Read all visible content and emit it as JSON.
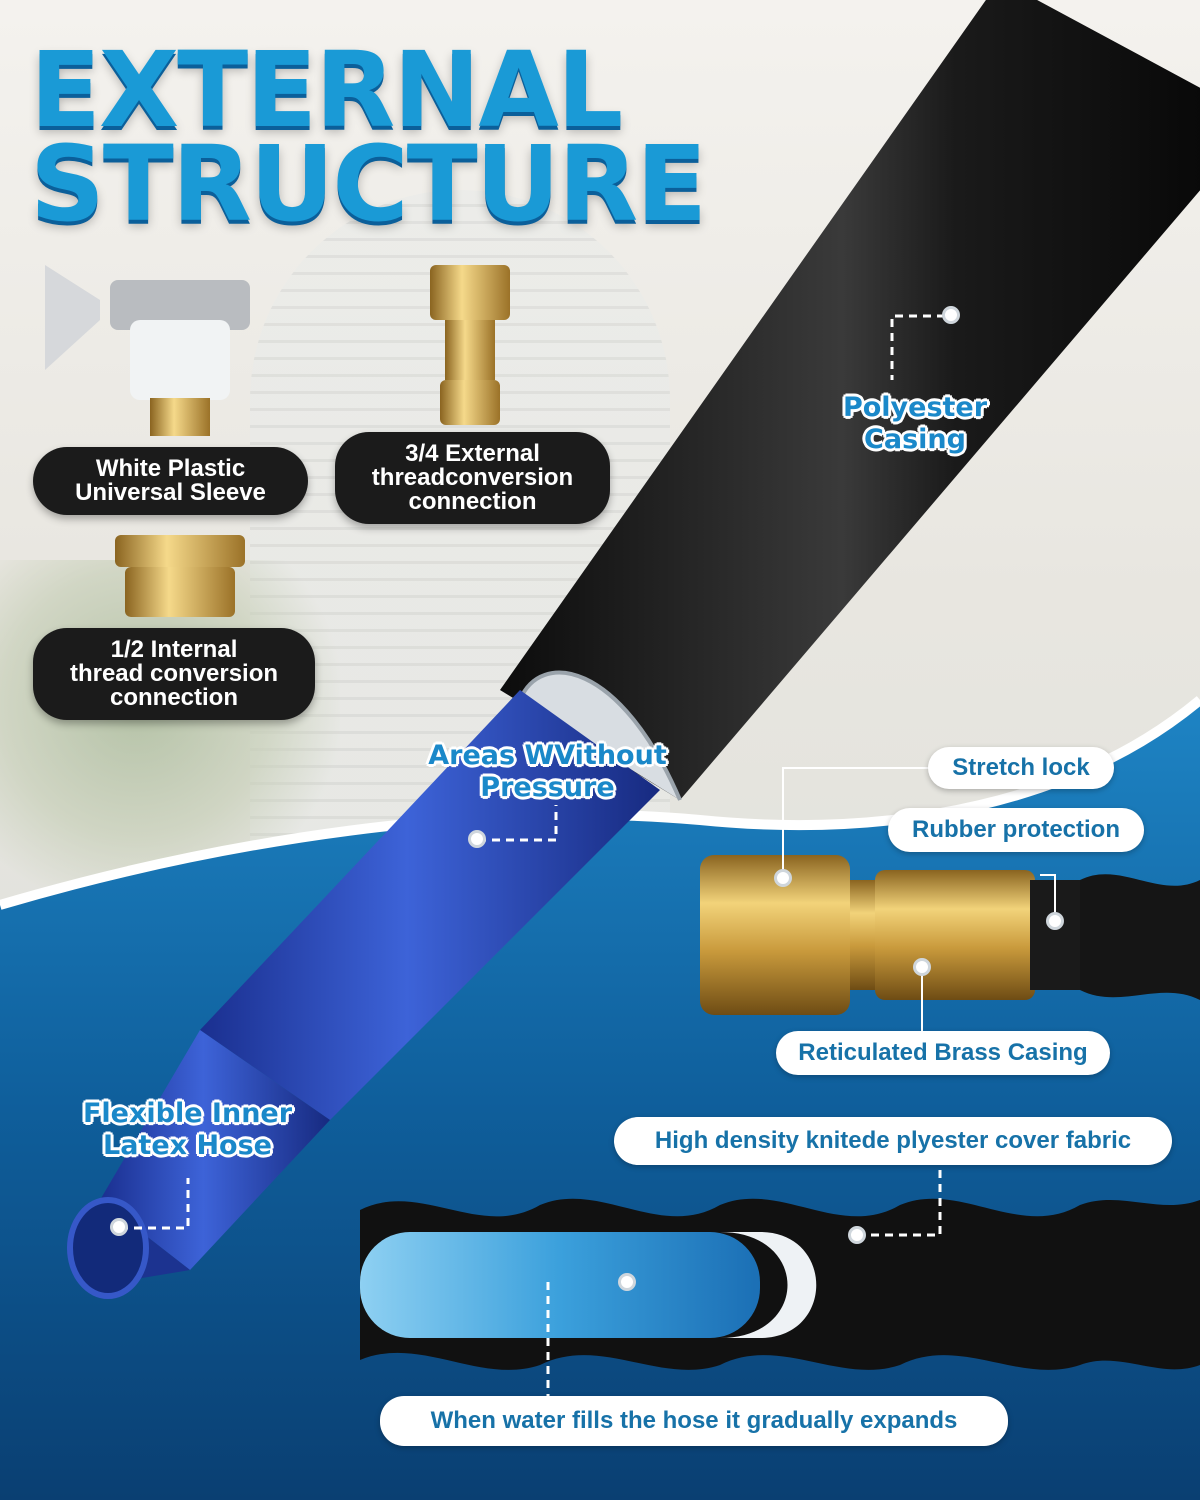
{
  "header": {
    "title_line1": "EXTERNAL",
    "title_line2": "STRUCTURE"
  },
  "accessories": [
    {
      "label_lines": [
        "White Plastic",
        "Universal Sleeve"
      ]
    },
    {
      "label_lines": [
        "3/4 External",
        "threadconversion",
        "connection"
      ]
    },
    {
      "label_lines": [
        "1/2 Internal",
        "thread conversion",
        "connection"
      ]
    }
  ],
  "callouts": {
    "polyester_casing": [
      "Polyester",
      "Casing"
    ],
    "areas_without_pressure": [
      "Areas WVithout",
      "Pressure"
    ],
    "flexible_inner_hose": [
      "Flexible Inner",
      "Latex Hose"
    ]
  },
  "connector_labels": {
    "stretch_lock": "Stretch lock",
    "rubber_protection": "Rubber protection",
    "reticulated_brass": "Reticulated Brass Casing"
  },
  "bottom_labels": {
    "cover_fabric": "High density knitede plyester cover fabric",
    "water_expands": "When water fills the hose it gradually expands"
  },
  "colors": {
    "title_blue": "#1a9ad6",
    "deep_blue": "#0d4f86",
    "hose_blue": "#2448b8",
    "brass": "#c9a24a"
  },
  "icons": [
    "sleeve-adapter-icon",
    "external-thread-adapter-icon",
    "internal-thread-adapter-icon"
  ]
}
